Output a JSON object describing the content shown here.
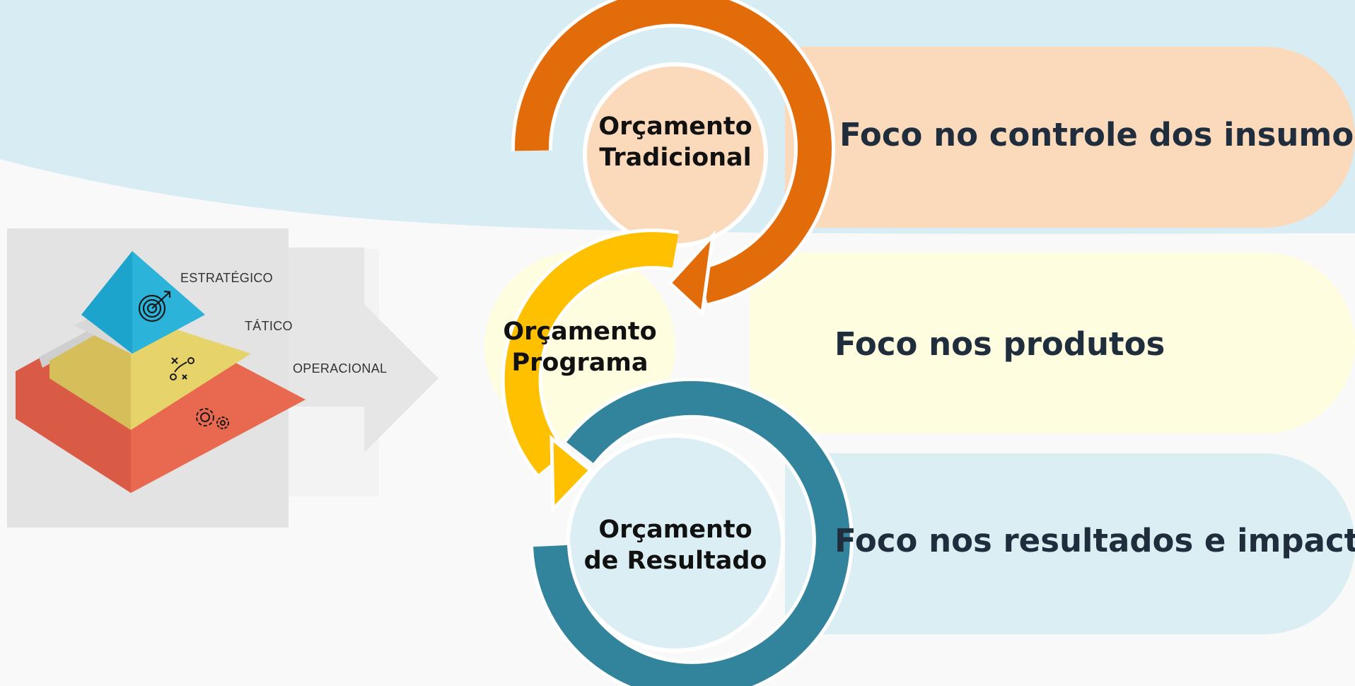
{
  "pyramid": {
    "levels": [
      {
        "label": "ESTRATÉGICO",
        "icon": "target-icon",
        "color": "#2bb3d9"
      },
      {
        "label": "TÁTICO",
        "icon": "strategy-play-icon",
        "color": "#e6d46a"
      },
      {
        "label": "OPERACIONAL",
        "icon": "gears-icon",
        "color": "#e8694f"
      }
    ]
  },
  "stages": [
    {
      "title_line1": "Orçamento",
      "title_line2": "Tradicional",
      "focus": "Foco no controle dos insumos",
      "ring_color": "#e36c0a",
      "band_color": "#fbd9bb"
    },
    {
      "title_line1": "Orçamento",
      "title_line2": "Programa",
      "focus": "Foco nos produtos",
      "ring_color": "#ffc000",
      "band_color": "#fffde0"
    },
    {
      "title_line1": "Orçamento",
      "title_line2": "de Resultado",
      "focus": "Foco nos resultados e impactos",
      "ring_color": "#31849b",
      "band_color": "#dbeef4"
    }
  ]
}
